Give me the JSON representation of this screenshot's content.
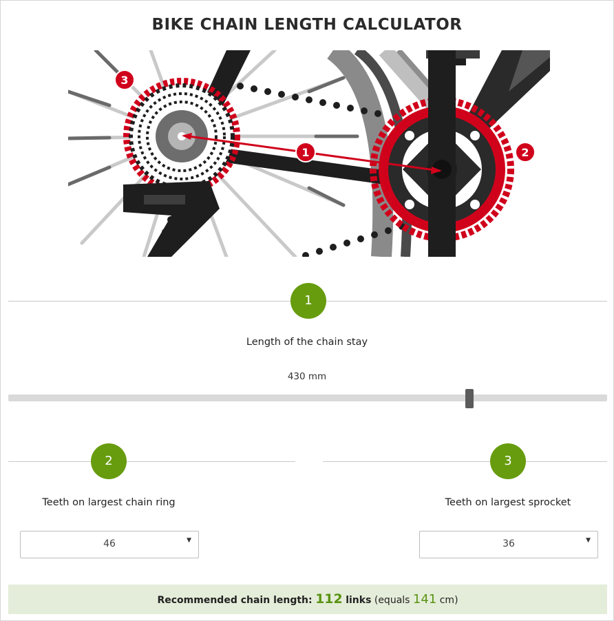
{
  "title": "BIKE CHAIN LENGTH CALCULATOR",
  "illustration": {
    "markers": [
      "1",
      "2",
      "3"
    ],
    "colors": {
      "accent_red": "#d0021b",
      "dark": "#1e1e1e",
      "grey": "#bdbdbd"
    }
  },
  "step1": {
    "number": "1",
    "label": "Length of the chain stay",
    "value_text": "430 mm",
    "slider_position_fraction": 0.77
  },
  "step2": {
    "number": "2",
    "label": "Teeth on largest chain ring",
    "select_value": "46"
  },
  "step3": {
    "number": "3",
    "label": "Teeth on largest sprocket",
    "select_value": "36"
  },
  "result": {
    "prefix": "Recommended chain length:",
    "links_value": "112",
    "links_label": "links",
    "equals_open": "(equals",
    "cm_value": "141",
    "cm_close": "cm)"
  },
  "colors": {
    "step_green": "#679c0e",
    "result_bg": "#e4edd9",
    "value_green": "#5a9313"
  }
}
